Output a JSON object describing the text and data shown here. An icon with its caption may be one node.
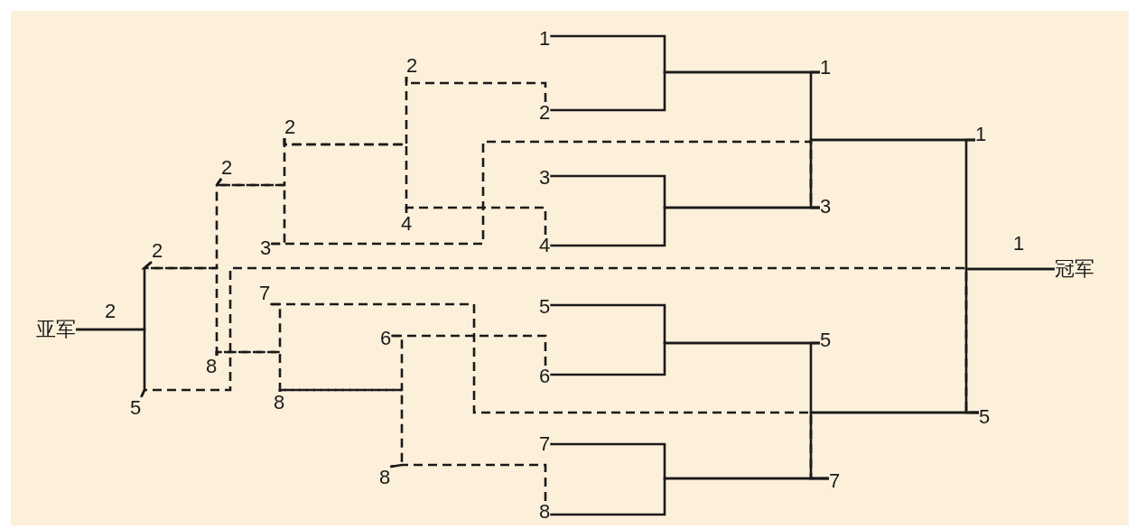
{
  "diagram": {
    "nodes": [
      {
        "text": [
          "1"
        ]
      },
      {
        "text": [
          "2"
        ]
      },
      {
        "text": [
          "3"
        ]
      },
      {
        "text": [
          "4"
        ]
      },
      {
        "text": [
          "5"
        ]
      },
      {
        "text": [
          "6"
        ]
      },
      {
        "text": [
          "7"
        ]
      },
      {
        "text": [
          "8"
        ]
      },
      {
        "text": [
          "1"
        ]
      },
      {
        "text": [
          "3"
        ]
      },
      {
        "text": [
          "5"
        ]
      },
      {
        "text": [
          "7"
        ]
      },
      {
        "text": [
          "1"
        ]
      },
      {
        "text": [
          "5"
        ]
      },
      {
        "text": [
          "冠军"
        ]
      },
      {
        "text": [
          "2"
        ]
      },
      {
        "text": [
          "4"
        ]
      },
      {
        "text": [
          "2"
        ]
      },
      {
        "text": [
          "3"
        ]
      },
      {
        "text": [
          "2"
        ]
      },
      {
        "text": [
          "7"
        ]
      },
      {
        "text": [
          "6"
        ]
      },
      {
        "text": [
          "8"
        ]
      },
      {
        "text": [
          "8"
        ]
      },
      {
        "text": [
          "8"
        ]
      },
      {
        "text": [
          "2"
        ]
      },
      {
        "text": [
          "5"
        ]
      },
      {
        "text": [
          "亚军"
        ]
      }
    ],
    "edges": [
      {
        "from": 0,
        "to": 8,
        "arrow": "none"
      },
      {
        "from": 1,
        "to": 8,
        "arrow": "none"
      },
      {
        "from": 2,
        "to": 9,
        "arrow": "none"
      },
      {
        "from": 3,
        "to": 9,
        "arrow": "none"
      },
      {
        "from": 4,
        "to": 10,
        "arrow": "none"
      },
      {
        "from": 5,
        "to": 10,
        "arrow": "none"
      },
      {
        "from": 6,
        "to": 11,
        "arrow": "none"
      },
      {
        "from": 7,
        "to": 11,
        "arrow": "none"
      },
      {
        "from": 8,
        "to": 12,
        "arrow": "none"
      },
      {
        "from": 9,
        "to": 12,
        "arrow": "none"
      },
      {
        "from": 10,
        "to": 13,
        "arrow": "none"
      },
      {
        "from": 11,
        "to": 13,
        "arrow": "none"
      },
      {
        "from": 12,
        "to": 14,
        "arrow": "none"
      },
      {
        "from": 13,
        "to": 14,
        "arrow": "none"
      },
      {
        "from": 1,
        "to": 15,
        "arrow": "none",
        "style": "dashed"
      },
      {
        "from": 3,
        "to": 16,
        "arrow": "none",
        "style": "dashed"
      },
      {
        "from": 15,
        "to": 17,
        "arrow": "none",
        "style": "dashed"
      },
      {
        "from": 16,
        "to": 17,
        "arrow": "none",
        "style": "dashed"
      },
      {
        "from": 9,
        "to": 18,
        "arrow": "none",
        "style": "dashed"
      },
      {
        "from": 17,
        "to": 19,
        "arrow": "none",
        "style": "dashed"
      },
      {
        "from": 18,
        "to": 19,
        "arrow": "none",
        "style": "dashed"
      },
      {
        "from": 11,
        "to": 20,
        "arrow": "none",
        "style": "dashed"
      },
      {
        "from": 5,
        "to": 21,
        "arrow": "none",
        "style": "dashed"
      },
      {
        "from": 7,
        "to": 23,
        "arrow": "none",
        "style": "dashed"
      },
      {
        "from": 21,
        "to": 22,
        "arrow": "none",
        "style": "dashed"
      },
      {
        "from": 23,
        "to": 22,
        "arrow": "none",
        "style": "dashed"
      },
      {
        "from": 20,
        "to": 24,
        "arrow": "none",
        "style": "dashed"
      },
      {
        "from": 22,
        "to": 24,
        "arrow": "none",
        "style": "dashed"
      },
      {
        "from": 19,
        "to": 25,
        "arrow": "none",
        "style": "dashed"
      },
      {
        "from": 24,
        "to": 25,
        "arrow": "none",
        "style": "dashed"
      },
      {
        "from": 13,
        "to": 26,
        "arrow": "none",
        "style": "dashed"
      },
      {
        "from": 25,
        "to": 27,
        "arrow": "none"
      },
      {
        "from": 26,
        "to": 27,
        "arrow": "none"
      }
    ],
    "labels": [
      "1",
      "2"
    ]
  }
}
